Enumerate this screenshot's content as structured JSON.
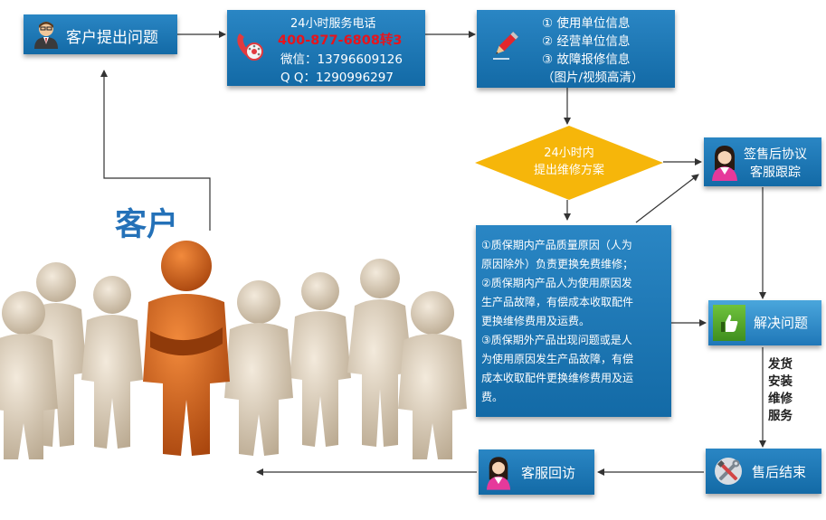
{
  "nodes": {
    "customer_ask": {
      "label": "客户提出问题"
    },
    "hotline": {
      "title": "24小时服务电话",
      "phone": "400-877-6808转3",
      "wechat": "微信：13796609126",
      "qq": "Q Q：1290996297"
    },
    "info": {
      "items": [
        "① 使用单位信息",
        "② 经营单位信息",
        "③ 故障报修信息",
        "（图片/视频高清）"
      ]
    },
    "plan": {
      "line1": "24小时内",
      "line2": "提出维修方案"
    },
    "agreement": {
      "line1": "签售后协议",
      "line2": "客服跟踪"
    },
    "warranty": {
      "lines": [
        "①质保期内产品质量原因（人为",
        "原因除外）负责更换免费维修；",
        "②质保期内产品人为使用原因发",
        "生产品故障，有偿成本收取配件",
        "更换维修费用及运费。",
        "③质保期外产品出现问题或是人",
        "为使用原因发生产品故障，有偿",
        "成本收取配件更换维修费用及运",
        "费。"
      ]
    },
    "solve": {
      "label": "解决问题"
    },
    "ship": {
      "lines": [
        "发货",
        "安装",
        "维修",
        "服务"
      ]
    },
    "finish": {
      "label": "售后结束"
    },
    "callback": {
      "label": "客服回访"
    }
  },
  "customer_caption": "客户",
  "colors": {
    "box_top": "#2a86c4",
    "box_bottom": "#136aa6",
    "phone_red": "#e8141c",
    "diamond": "#f6b60a",
    "solve_green": "#5cae2e",
    "highlight_figure": "#d8661c"
  }
}
